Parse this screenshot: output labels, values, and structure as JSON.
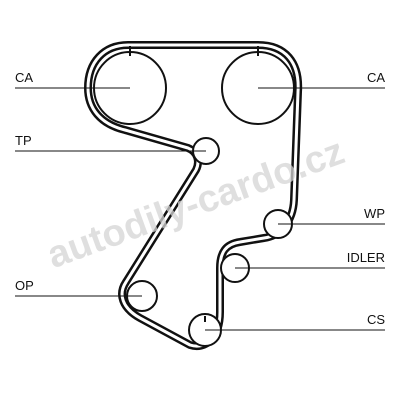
{
  "labels": {
    "ca_left": "CA",
    "ca_right": "CA",
    "tp": "TP",
    "wp": "WP",
    "idler": "IDLER",
    "op": "OP",
    "cs": "CS"
  },
  "watermark": "autodily-cardo.cz",
  "colors": {
    "belt": "#111111",
    "watermark": "#d4d4d4"
  }
}
